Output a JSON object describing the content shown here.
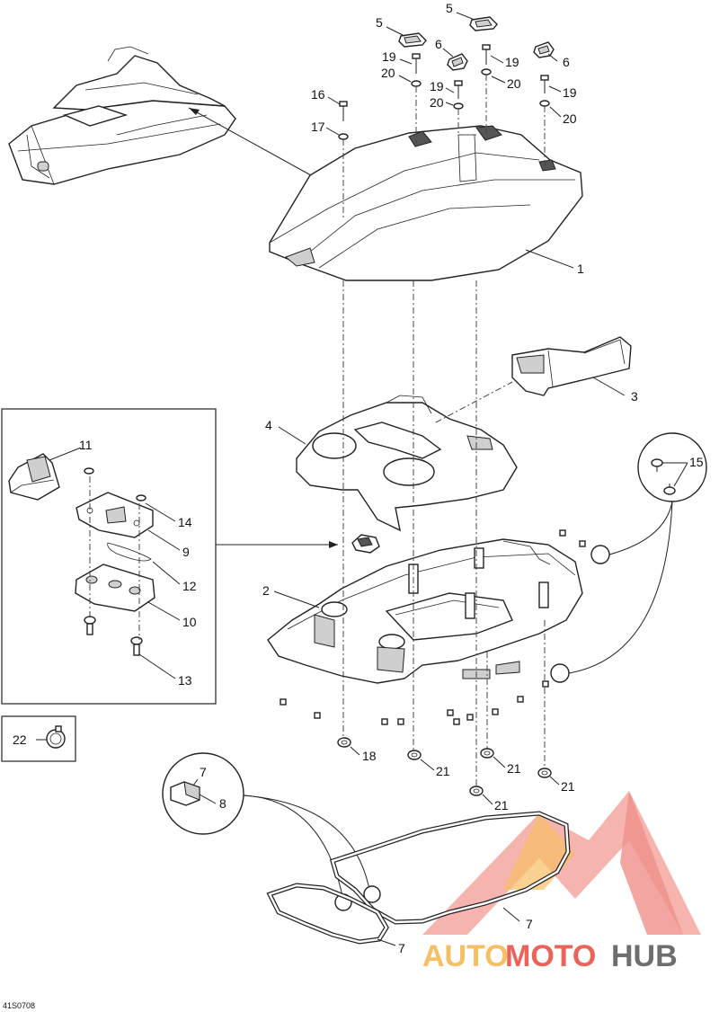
{
  "diagram_code": "41S0708",
  "watermark": {
    "part1": "AUTO",
    "part2": "MOTO",
    "part3": "HUB"
  },
  "colors": {
    "line": "#222222",
    "watermark_auto": "#f6b54a",
    "watermark_moto": "#e8483d",
    "watermark_hub": "#555555"
  },
  "callouts": {
    "c1": "1",
    "c2": "2",
    "c3": "3",
    "c4": "4",
    "c5a": "5",
    "c5b": "5",
    "c6a": "6",
    "c6b": "6",
    "c7a": "7",
    "c7b": "7",
    "c7c": "7",
    "c8": "8",
    "c9": "9",
    "c10": "10",
    "c11": "11",
    "c12": "12",
    "c13": "13",
    "c14": "14",
    "c15": "15",
    "c16": "16",
    "c17": "17",
    "c18": "18",
    "c19a": "19",
    "c19b": "19",
    "c19c": "19",
    "c19d": "19",
    "c20a": "20",
    "c20b": "20",
    "c20c": "20",
    "c20d": "20",
    "c21a": "21",
    "c21b": "21",
    "c21c": "21",
    "c21d": "21",
    "c22": "22"
  }
}
